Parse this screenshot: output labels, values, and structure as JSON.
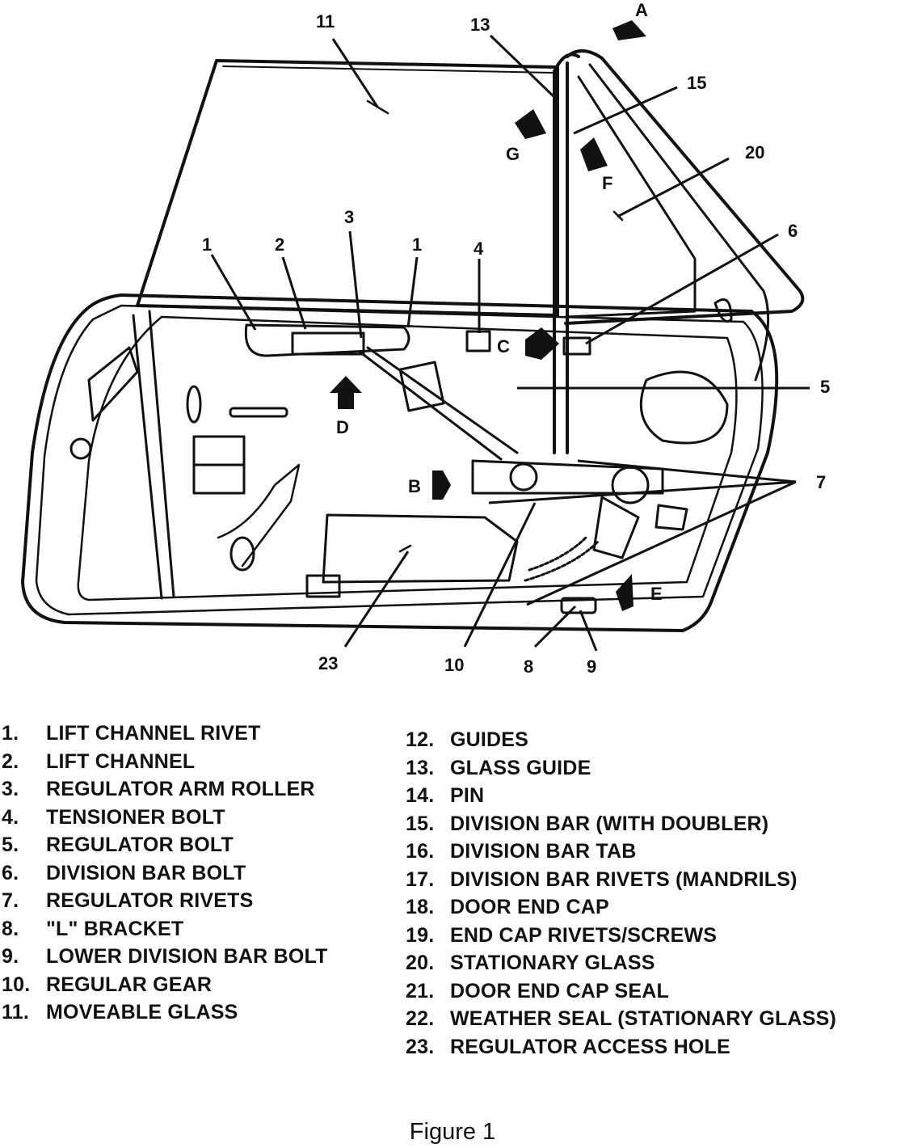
{
  "callouts": {
    "n1a": "1",
    "n1b": "1",
    "n2": "2",
    "n3": "3",
    "n4": "4",
    "n5": "5",
    "n6": "6",
    "n7": "7",
    "n8": "8",
    "n9": "9",
    "n10": "10",
    "n11": "11",
    "n13": "13",
    "n15": "15",
    "n20": "20",
    "n23": "23"
  },
  "view_arrows": {
    "a": "A",
    "b": "B",
    "c": "C",
    "d": "D",
    "e": "E",
    "f": "F",
    "g": "G"
  },
  "legend_left": [
    {
      "num": "1.",
      "text": "LIFT CHANNEL RIVET"
    },
    {
      "num": "2.",
      "text": "LIFT CHANNEL"
    },
    {
      "num": "3.",
      "text": "REGULATOR ARM ROLLER"
    },
    {
      "num": "4.",
      "text": "TENSIONER BOLT"
    },
    {
      "num": "5.",
      "text": "REGULATOR BOLT"
    },
    {
      "num": "6.",
      "text": "DIVISION BAR BOLT"
    },
    {
      "num": "7.",
      "text": "REGULATOR RIVETS"
    },
    {
      "num": "8.",
      "text": "\"L\" BRACKET"
    },
    {
      "num": "9.",
      "text": "LOWER DIVISION BAR BOLT"
    },
    {
      "num": "10.",
      "text": "REGULAR GEAR"
    },
    {
      "num": "11.",
      "text": "MOVEABLE GLASS"
    }
  ],
  "legend_right": [
    {
      "num": "12.",
      "text": "GUIDES"
    },
    {
      "num": "13.",
      "text": "GLASS GUIDE"
    },
    {
      "num": "14.",
      "text": "PIN"
    },
    {
      "num": "15.",
      "text": "DIVISION BAR (WITH DOUBLER)"
    },
    {
      "num": "16.",
      "text": "DIVISION BAR TAB"
    },
    {
      "num": "17.",
      "text": "DIVISION BAR RIVETS (MANDRILS)"
    },
    {
      "num": "18.",
      "text": "DOOR END CAP"
    },
    {
      "num": "19.",
      "text": "END CAP RIVETS/SCREWS"
    },
    {
      "num": "20.",
      "text": "STATIONARY GLASS"
    },
    {
      "num": "21.",
      "text": "DOOR END CAP SEAL"
    },
    {
      "num": "22.",
      "text": "WEATHER SEAL (STATIONARY GLASS)"
    },
    {
      "num": "23.",
      "text": "REGULATOR ACCESS HOLE"
    }
  ],
  "caption": "Figure 1"
}
